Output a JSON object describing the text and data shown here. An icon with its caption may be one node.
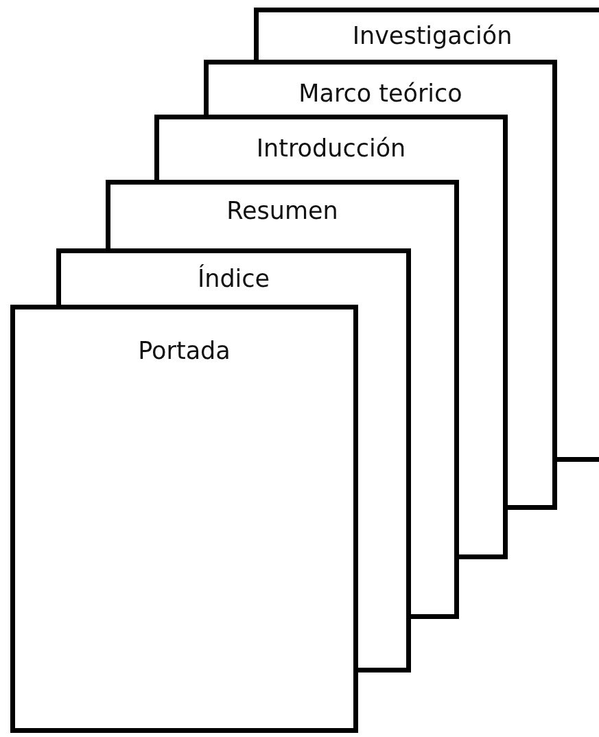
{
  "diagram": {
    "nodes": [
      {
        "text": [
          "Investigación"
        ]
      },
      {
        "text": [
          "Marco teórico"
        ]
      },
      {
        "text": [
          "Introducción"
        ]
      },
      {
        "text": [
          "Resumen"
        ]
      },
      {
        "text": [
          "Índice"
        ]
      },
      {
        "text": [
          "Portada"
        ]
      }
    ]
  }
}
